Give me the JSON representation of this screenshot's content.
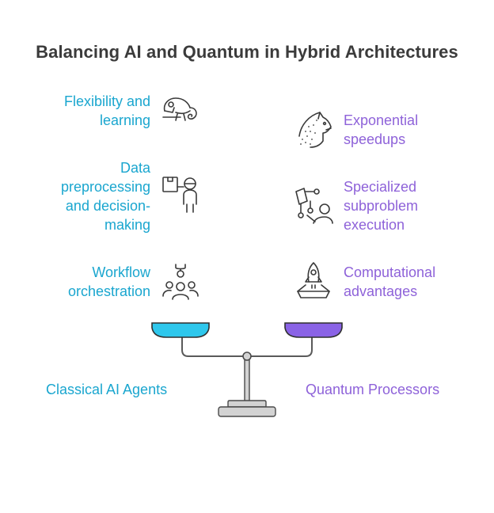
{
  "title": "Balancing AI and Quantum in Hybrid Architectures",
  "colors": {
    "classical": "#1aa6cf",
    "quantum": "#8e62d9",
    "title": "#3b3b3b",
    "scale": "#5a5a5a"
  },
  "left_side": {
    "caption": "Classical AI Agents",
    "items": [
      {
        "lines": [
          "Flexibility and",
          "learning"
        ],
        "icon": "chameleon-icon"
      },
      {
        "lines": [
          "Data",
          "preprocessing",
          "and decision-",
          "making"
        ],
        "icon": "robot-worker-icon"
      },
      {
        "lines": [
          "Workflow",
          "orchestration"
        ],
        "icon": "robotic-arm-team-icon"
      }
    ]
  },
  "right_side": {
    "caption": "Quantum Processors",
    "items": [
      {
        "lines": [
          "Exponential",
          "speedups"
        ],
        "icon": "cheetah-icon"
      },
      {
        "lines": [
          "Specialized",
          "subproblem",
          "execution"
        ],
        "icon": "microscope-operator-icon"
      },
      {
        "lines": [
          "Computational",
          "advantages"
        ],
        "icon": "rocket-launch-icon"
      }
    ]
  }
}
